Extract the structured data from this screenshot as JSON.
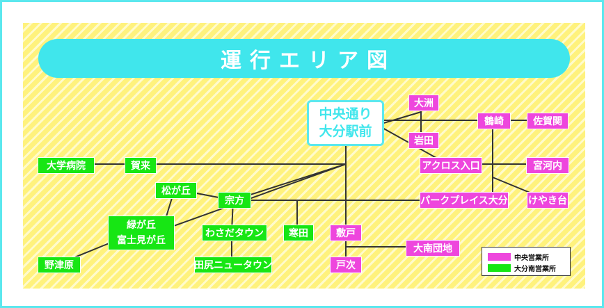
{
  "title": "運行エリア図",
  "hub": {
    "line1": "中央通り",
    "line2": "大分駅前"
  },
  "stations": {
    "daigaku_byoin": "大学病院",
    "kaku": "賀来",
    "matsugaoka": "松が丘",
    "soho": "宗方",
    "midorigaoka": "緑が丘",
    "fujimigaoka": "富士見が丘",
    "nozuhara": "野津原",
    "wasada_town": "わさだタウン",
    "kanda": "寒田",
    "tajiri_new_town": "田尻ニュータウン",
    "ozu": "大洲",
    "iwata": "岩田",
    "tsurusaki": "鶴崎",
    "sagamoseki": "佐賀関",
    "across_iriguchi": "アクロス入口",
    "miyakawachi": "宮河内",
    "park_place": "パークプレイス大分",
    "keyakidai": "けやき台",
    "shikido": "敷戸",
    "tobetsugi": "戸次",
    "dainan_danchi": "大南団地"
  },
  "legend": {
    "items": [
      {
        "label": "中央営業所",
        "color": "#ee46dd"
      },
      {
        "label": "大分南営業所",
        "color": "#17e614"
      }
    ]
  },
  "colors": {
    "frame": "#5ce8ee",
    "banner": "#40e6ec",
    "green": "#17e614",
    "magenta": "#ee46dd",
    "stripe_dark": "#fff27d",
    "stripe_light": "#fffbcc",
    "line": "#333333"
  }
}
